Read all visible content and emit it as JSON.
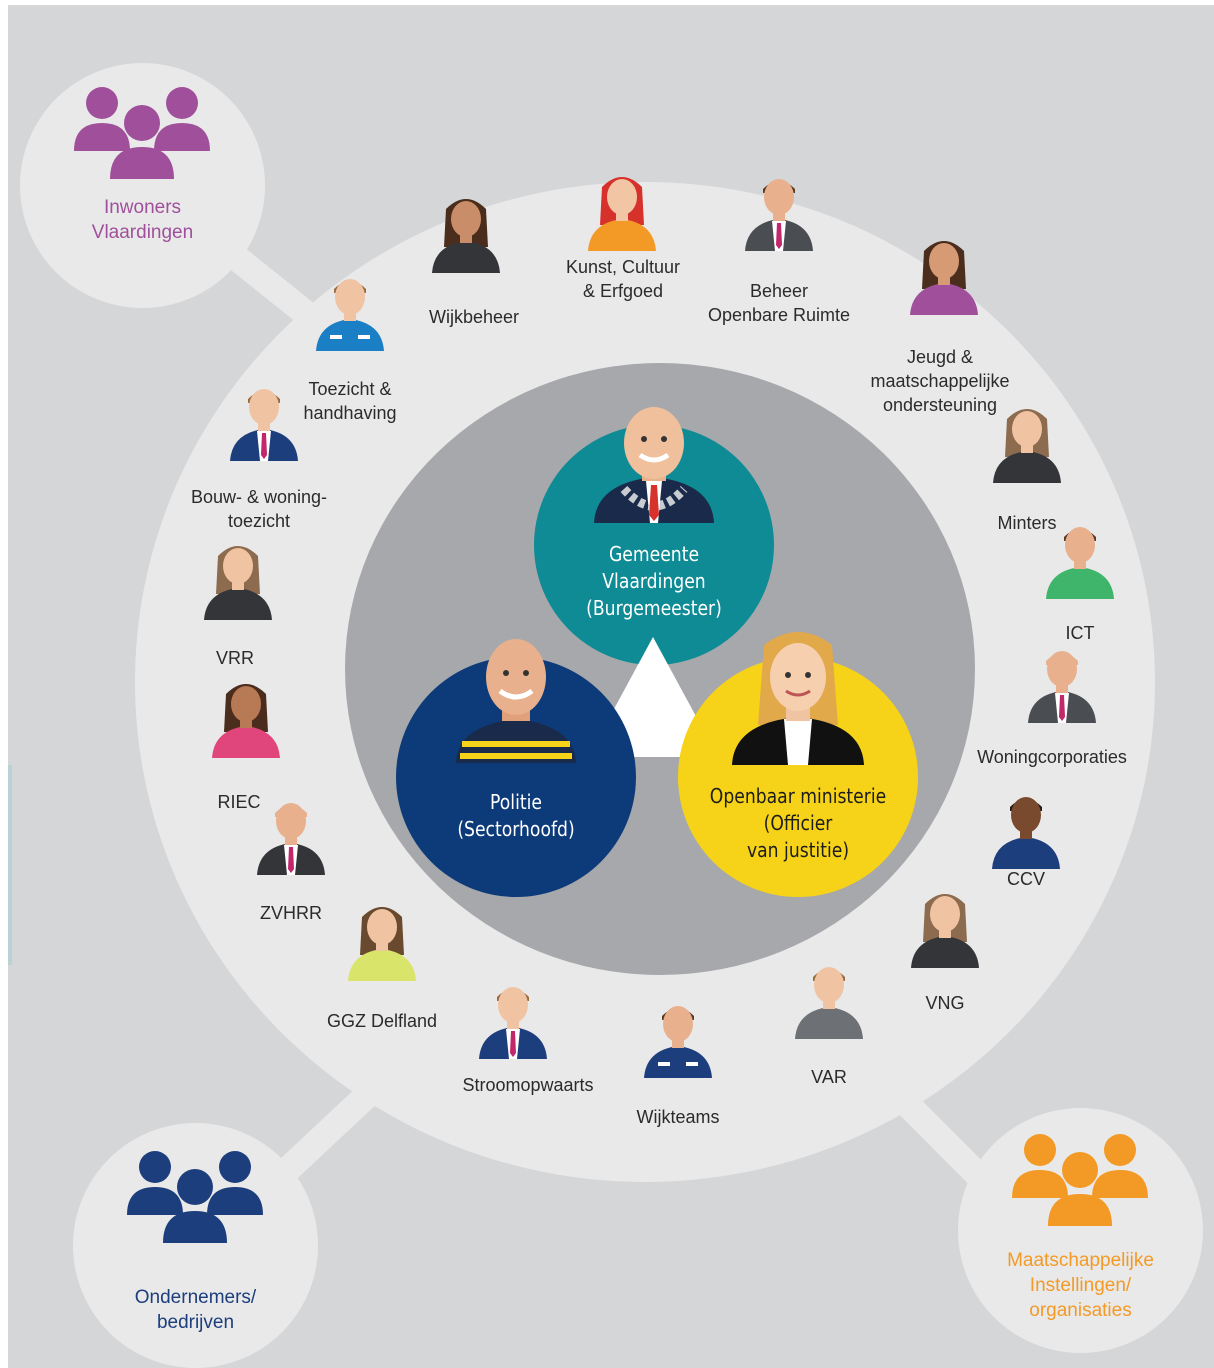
{
  "corners": {
    "residents": {
      "label": "Inwoners\nVlaardingen",
      "color": "#a0509b",
      "icon": "group-icon"
    },
    "business": {
      "label": "Ondernemers/\nbedrijven",
      "color": "#1d3e7d",
      "icon": "group-icon"
    },
    "institutions": {
      "label": "Maatschappelijke\nInstellingen/\norganisaties",
      "color": "#f39a26",
      "icon": "group-icon"
    }
  },
  "core": {
    "gemeente": {
      "label": "Gemeente\nVlaardingen\n(Burgemeester)",
      "color": "#0e8b94"
    },
    "politie": {
      "label": "Politie\n(Sectorhoofd)",
      "color": "#0d3b7a"
    },
    "om": {
      "label": "Openbaar ministerie\n(Officier\nvan justitie)",
      "color": "#f6d318"
    }
  },
  "partners": [
    {
      "label": "Kunst, Cultuur\n& Erfgoed",
      "shirt": "#f39a26",
      "hair": "#d6312b",
      "skin": "#f2c6a5",
      "style": "woman"
    },
    {
      "label": "Beheer\nOpenbare Ruimte",
      "shirt": "#4a4d52",
      "hair": "#5a3a24",
      "skin": "#e8b08c",
      "style": "suit",
      "tie": "#c2266b"
    },
    {
      "label": "Jeugd &\nmaatschappelijke\nondersteuning",
      "shirt": "#a0509b",
      "hair": "#4a2d1c",
      "skin": "#d69a74",
      "style": "woman"
    },
    {
      "label": "Minters",
      "shirt": "#333538",
      "hair": "#8c6b4f",
      "skin": "#f0c4a3",
      "style": "woman"
    },
    {
      "label": "ICT",
      "shirt": "#3fb46b",
      "hair": "#5a3a24",
      "skin": "#e8b08c",
      "style": "man"
    },
    {
      "label": "Woningcorporaties",
      "shirt": "#4a4d52",
      "hair": "#e8b08c",
      "skin": "#e8b08c",
      "style": "suit",
      "tie": "#c2266b"
    },
    {
      "label": "CCV",
      "shirt": "#1d3e7d",
      "hair": "#2a1a12",
      "skin": "#7a4a2e",
      "style": "man"
    },
    {
      "label": "VNG",
      "shirt": "#333538",
      "hair": "#8c6b4f",
      "skin": "#f0c4a3",
      "style": "woman"
    },
    {
      "label": "VAR",
      "shirt": "#6d7075",
      "hair": "#9a6b3c",
      "skin": "#f0c4a3",
      "style": "man"
    },
    {
      "label": "Wijkteams",
      "shirt": "#1d3e7d",
      "hair": "#5a3a24",
      "skin": "#e8b08c",
      "style": "uniform"
    },
    {
      "label": "Stroomopwaarts",
      "shirt": "#1d3e7d",
      "hair": "#9a6b3c",
      "skin": "#f0c4a3",
      "style": "suit",
      "tie": "#c2266b"
    },
    {
      "label": "GGZ Delfland",
      "shirt": "#d9e46a",
      "hair": "#6a4a2e",
      "skin": "#f0c4a3",
      "style": "woman"
    },
    {
      "label": "ZVHRR",
      "shirt": "#333538",
      "hair": "#e8b08c",
      "skin": "#e8b08c",
      "style": "suit",
      "tie": "#c2266b"
    },
    {
      "label": "RIEC",
      "shirt": "#e0457b",
      "hair": "#4a2d1c",
      "skin": "#b87a55",
      "style": "woman"
    },
    {
      "label": "VRR",
      "shirt": "#333538",
      "hair": "#8c6b4f",
      "skin": "#f0c4a3",
      "style": "woman"
    },
    {
      "label": "Bouw- & woning-\ntoezicht",
      "shirt": "#1d3e7d",
      "hair": "#9a6b3c",
      "skin": "#f0c4a3",
      "style": "suit",
      "tie": "#c2266b"
    },
    {
      "label": "Toezicht &\nhandhaving",
      "shirt": "#1a7fc4",
      "hair": "#9a6b3c",
      "skin": "#f0c4a3",
      "style": "uniform"
    },
    {
      "label": "Wijkbeheer",
      "shirt": "#333538",
      "hair": "#4a2d1c",
      "skin": "#c98e69",
      "style": "woman"
    }
  ]
}
